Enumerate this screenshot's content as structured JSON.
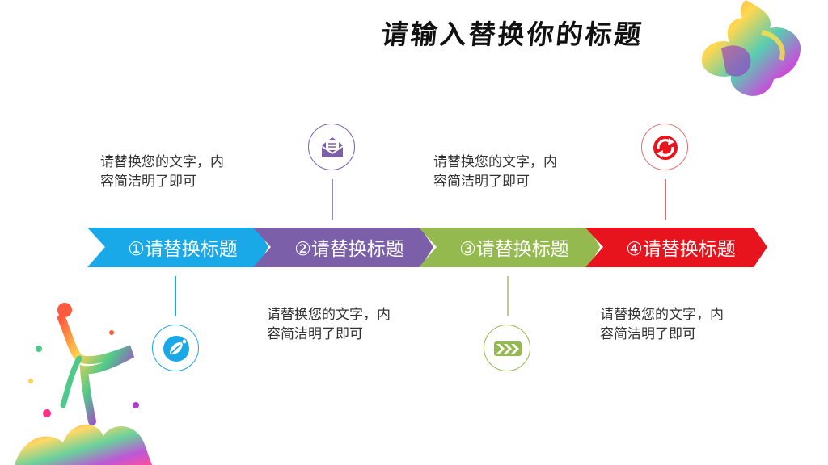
{
  "title": "请输入替换你的标题",
  "steps": [
    {
      "label": "①请替换标题",
      "desc_line1": "请替换您的文字，内",
      "desc_line2": "容简洁明了即可",
      "color": "#1aa9e8",
      "icon": "leaf-icon"
    },
    {
      "label": "②请替换标题",
      "desc_line1": "请替换您的文字，内",
      "desc_line2": "容简洁明了即可",
      "color": "#7b5fa8",
      "icon": "envelope-icon"
    },
    {
      "label": "③请替换标题",
      "desc_line1": "请替换您的文字，内",
      "desc_line2": "容简洁明了即可",
      "color": "#93b94f",
      "icon": "chevrons-icon"
    },
    {
      "label": "④请替换标题",
      "desc_line1": "请替换您的文字，内",
      "desc_line2": "容简洁明了即可",
      "color": "#e8141d",
      "icon": "refresh-icon"
    }
  ]
}
